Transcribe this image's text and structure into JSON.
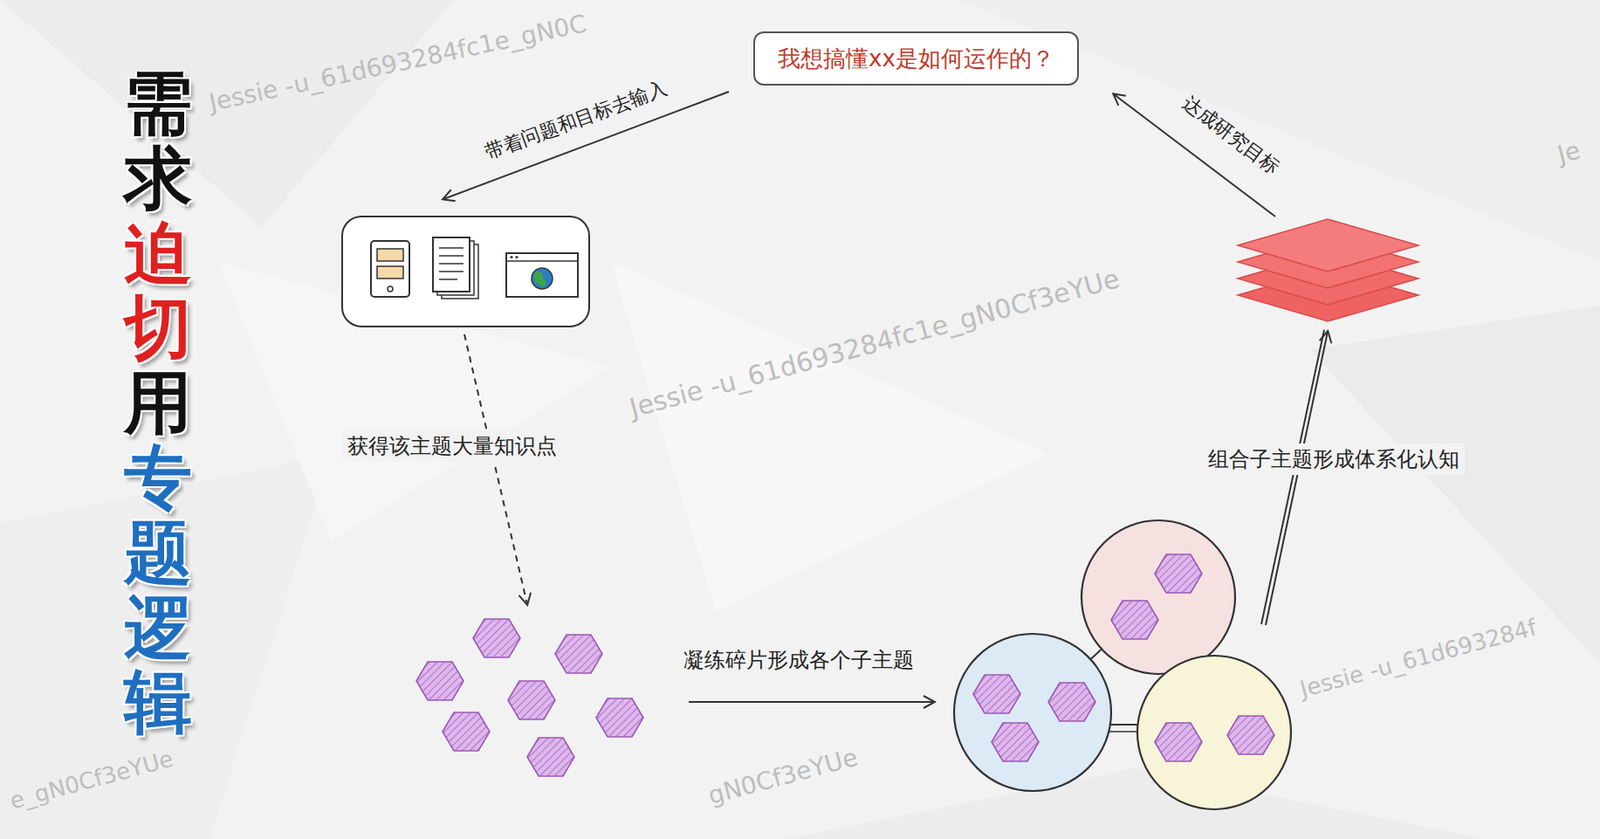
{
  "diagram": {
    "title": "需求迫切用专题逻辑",
    "nodes": [
      {
        "text": [
          "我想搞懂xx是如何运作的？"
        ]
      }
    ],
    "labels": [
      "带着问题和目标去输入",
      "获得该主题大量知识点",
      "凝练碎片形成各个子主题",
      "组合子主题形成体系化认知",
      "达成研究目标",
      "Jessie -u_61d693284fc1e_gN0C",
      "Jessie -u_61d693284fc1e_gN0Cf3eYUe",
      "e_gN0Cf3eYUe",
      "Jessie -u_61d693284f",
      "gN0Cf3eYUe",
      "Je"
    ]
  }
}
